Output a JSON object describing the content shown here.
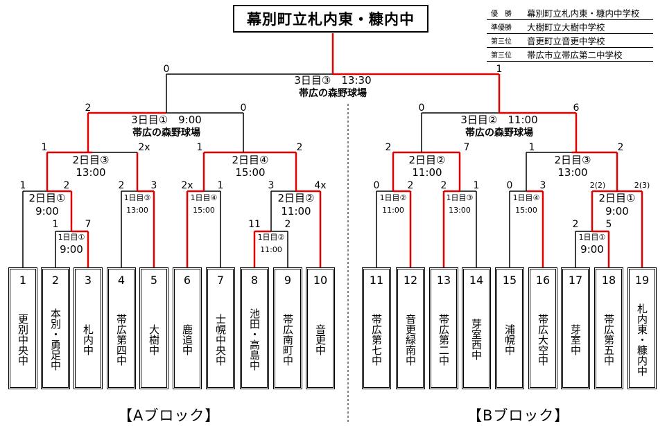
{
  "title": "幕別町立札内東・糠内中",
  "results": [
    {
      "label": "優　勝",
      "school": "幕別町立札内東・糠内中学校"
    },
    {
      "label": "準優勝",
      "school": "大樹町立大樹中学校"
    },
    {
      "label": "第三位",
      "school": "音更町立音更中学校"
    },
    {
      "label": "第三位",
      "school": "帯広市立帯広第二中学校"
    }
  ],
  "teams": [
    {
      "num": "1",
      "name": "更別中央中"
    },
    {
      "num": "2",
      "name": "本別・勇足中"
    },
    {
      "num": "3",
      "name": "札内中"
    },
    {
      "num": "4",
      "name": "帯広第四中"
    },
    {
      "num": "5",
      "name": "大樹中"
    },
    {
      "num": "6",
      "name": "鹿追中"
    },
    {
      "num": "7",
      "name": "士幌中央中"
    },
    {
      "num": "8",
      "name": "池田・高島中"
    },
    {
      "num": "9",
      "name": "帯広南町中"
    },
    {
      "num": "10",
      "name": "音更中"
    },
    {
      "num": "11",
      "name": "帯広第七中"
    },
    {
      "num": "12",
      "name": "音更緑南中"
    },
    {
      "num": "13",
      "name": "帯広第二中"
    },
    {
      "num": "14",
      "name": "芽室西中"
    },
    {
      "num": "15",
      "name": "浦幌中"
    },
    {
      "num": "16",
      "name": "帯広大空中"
    },
    {
      "num": "17",
      "name": "芽室中"
    },
    {
      "num": "18",
      "name": "帯広第五中"
    },
    {
      "num": "19",
      "name": "札内東・糠内中"
    }
  ],
  "matches": [
    {
      "id": "final",
      "left": "0",
      "right": "1",
      "schedule": "3日目③　13:30",
      "venue": "帯広の森野球場"
    },
    {
      "id": "sf_a",
      "left": "2",
      "right": "0",
      "schedule": "3日目①　9:00",
      "venue": "帯広の森野球場"
    },
    {
      "id": "sf_b",
      "left": "0",
      "right": "6",
      "schedule": "3日目②　11:00",
      "venue": "帯広の森野球場"
    },
    {
      "id": "qf1",
      "left": "1",
      "right": "2x",
      "schedule": "2日目③",
      "time": "13:00"
    },
    {
      "id": "qf2",
      "left": "1",
      "right": "2",
      "schedule": "2日目④",
      "time": "15:00"
    },
    {
      "id": "qf3",
      "left": "2",
      "right": "7",
      "schedule": "2日目②",
      "time": "11:00"
    },
    {
      "id": "qf4",
      "left": "1",
      "right": "2",
      "schedule": "2日目③",
      "time": "13:00"
    },
    {
      "id": "r2_1",
      "left": "1",
      "right": "2",
      "schedule": "2日目①",
      "time": "9:00"
    },
    {
      "id": "r2_8",
      "left": "3",
      "right": "4x",
      "schedule": "2日目②",
      "time": "11:00"
    },
    {
      "id": "r2_18",
      "left": "2(2)",
      "right": "2(3)",
      "schedule": "2日目①",
      "time": "9:00"
    },
    {
      "id": "r1_3",
      "left": "1",
      "right": "7",
      "schedule": "1日目①",
      "time": "9:00"
    },
    {
      "id": "r1_8",
      "left": "11",
      "right": "2",
      "schedule": "1日目②",
      "time": "11:00"
    },
    {
      "id": "r1_18",
      "left": "2",
      "right": "5",
      "schedule": "1日目①",
      "time": "9:00"
    },
    {
      "id": "r1_45",
      "left": "2",
      "right": "3",
      "schedule": "1日目③",
      "time": "13:00"
    },
    {
      "id": "r1_67",
      "left": "2x",
      "right": "1",
      "schedule": "1日目④",
      "time": "15:00"
    },
    {
      "id": "r1_1112",
      "left": "0",
      "right": "2",
      "schedule": "1日目②",
      "time": "11:00"
    },
    {
      "id": "r1_1314",
      "left": "2",
      "right": "1",
      "schedule": "1日目③",
      "time": "13:00"
    },
    {
      "id": "r1_1516",
      "left": "0",
      "right": "3",
      "schedule": "1日目④",
      "time": "15:00"
    }
  ],
  "blocks": {
    "a": "【Aブロック】",
    "b": "【Bブロック】"
  },
  "colors": {
    "winner_line": "#e00000",
    "line": "#000000"
  }
}
